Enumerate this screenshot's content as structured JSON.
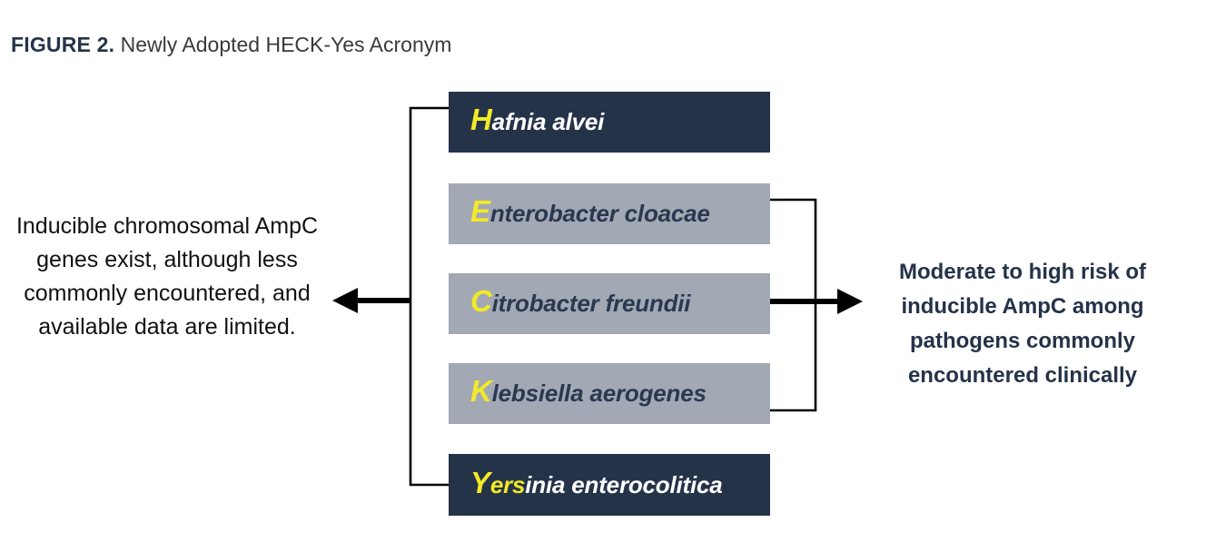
{
  "figure": {
    "label": "FIGURE 2.",
    "caption": "Newly Adopted HECK-Yes Acronym"
  },
  "colors": {
    "dark_navy": "#253349",
    "gray": "#a2a9b4",
    "yellow": "#f2e927",
    "white": "#ffffff",
    "line": "#000000"
  },
  "diagram": {
    "type": "acronym-bracket-diagram",
    "boxes": [
      {
        "id": "hafnia-alvei",
        "lead": "H",
        "rest": "afnia alvei",
        "full": "Hafnia alvei",
        "style": "dark",
        "group": "left"
      },
      {
        "id": "enterobacter-cloacae",
        "lead": "E",
        "rest": "nterobacter cloacae",
        "full": "Enterobacter cloacae",
        "style": "gray",
        "group": "right"
      },
      {
        "id": "citrobacter-freundii",
        "lead": "C",
        "rest": "itrobacter freundii",
        "full": "Citrobacter freundii",
        "style": "gray",
        "group": "right"
      },
      {
        "id": "klebsiella-aerogenes",
        "lead": "K",
        "rest": "lebsiella aerogenes",
        "full": "Klebsiella aerogenes",
        "style": "gray",
        "group": "right"
      },
      {
        "id": "yersinia-enterocolitica",
        "lead": "Y",
        "lead_run": "ers",
        "rest": "inia enterocolitica",
        "full": "Yersinia enterocolitica",
        "style": "dark",
        "group": "left"
      }
    ],
    "annotations": {
      "left": "Inducible chromosomal AmpC genes exist, although less commonly encountered, and available data are limited.",
      "right": "Moderate to high risk of inducible AmpC among pathogens commonly encountered clinically"
    },
    "left_arrow_direction": "left",
    "right_arrow_direction": "right"
  }
}
